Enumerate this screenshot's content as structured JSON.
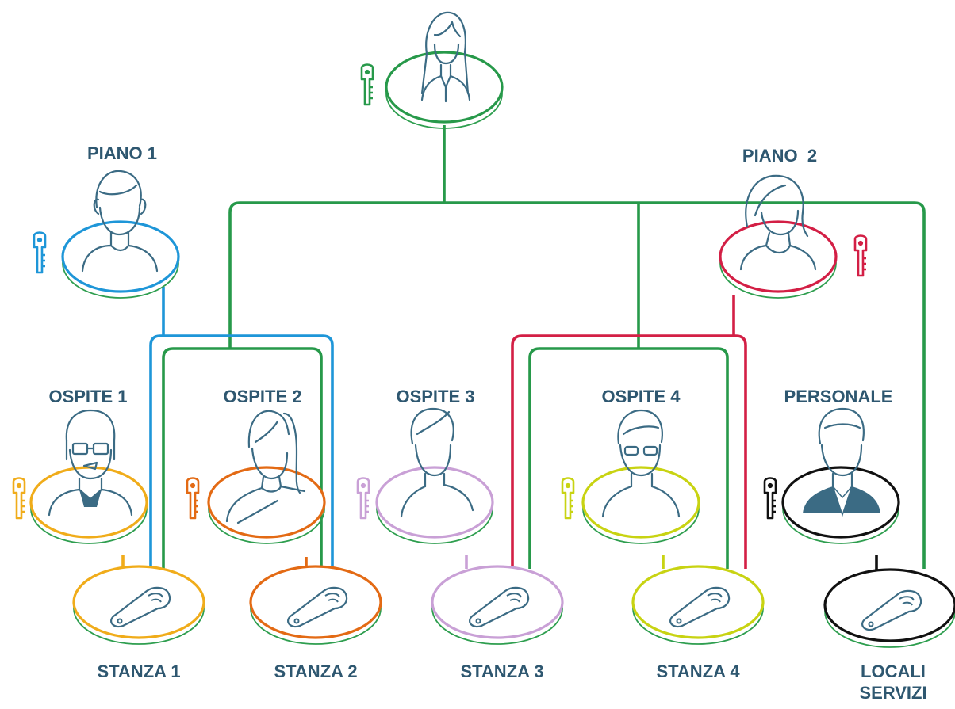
{
  "colors": {
    "master": "#27994a",
    "piano1": "#1e96d8",
    "piano2": "#d31f45",
    "ospite1": "#f0ac1a",
    "ospite2": "#e36a14",
    "ospite3": "#c9a0d6",
    "ospite4": "#c8d312",
    "personale": "#111111",
    "label": "#2e5770",
    "figure": "#3b6b84"
  },
  "labels": {
    "piano1": "PIANO 1",
    "piano2": "PIANO  2",
    "ospite1": "OSPITE 1",
    "ospite2": "OSPITE 2",
    "ospite3": "OSPITE 3",
    "ospite4": "OSPITE 4",
    "personale": "PERSONALE",
    "stanza1": "STANZA 1",
    "stanza2": "STANZA 2",
    "stanza3": "STANZA 3",
    "stanza4": "STANZA 4",
    "locali_line1": "LOCALI",
    "locali_line2": "SERVIZI"
  },
  "icons": {
    "key": "key-icon",
    "lock": "door-lock-icon",
    "person": "person-icon"
  }
}
